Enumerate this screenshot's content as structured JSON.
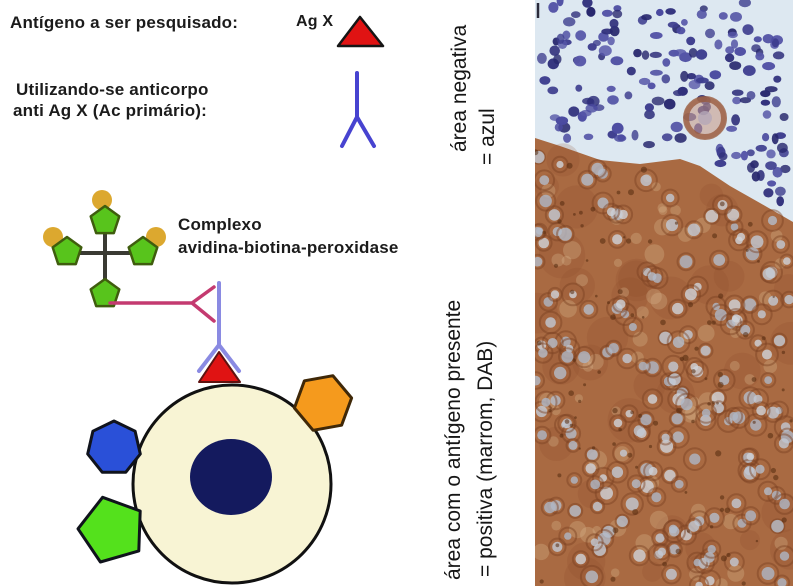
{
  "diagram": {
    "antigen_line": {
      "label": "Antígeno a ser pesquisado:",
      "tag": "Ag X"
    },
    "antibody_line": {
      "line1": "Utilizando-se anticorpo",
      "line2": "anti Ag X (Ac primário):"
    },
    "complex": {
      "line1": "Complexo",
      "line2": "avidina-biotina-peroxidase"
    }
  },
  "micrograph": {
    "negative_label": {
      "line1": "área negativa",
      "line2": "= azul"
    },
    "positive_label": {
      "line1": "área com o antígeno presente",
      "line2": "= positiva (marrom, DAB)"
    }
  },
  "colors": {
    "antigen_red": "#e01313",
    "antigen_red_edge": "#5f1210",
    "antibody_blue": "#4743d0",
    "antibody_light": "#8a8ae2",
    "secondary_pink": "#c43a70",
    "avidin_green": "#58c41c",
    "avidin_green_edge": "#3f5d0e",
    "peroxidase_gold": "#dca82f",
    "cross_dark": "#3a3a33",
    "cell_cream": "#f8f4d4",
    "cell_edge": "#111111",
    "nucleus_navy": "#141a5e",
    "hexagon_orange": "#f59a1d",
    "hexagon_edge": "#3f2808",
    "heptagon_blue": "#2a50d8",
    "pentagon_green": "#54e11c",
    "hematoxylin_blue": "#3d3d8e",
    "hematoxylin_bg": "#dde8f1",
    "dab_brown": "#a96a42",
    "dab_dark": "#7a4022",
    "nucleus_gray": "#bdc5d1"
  }
}
